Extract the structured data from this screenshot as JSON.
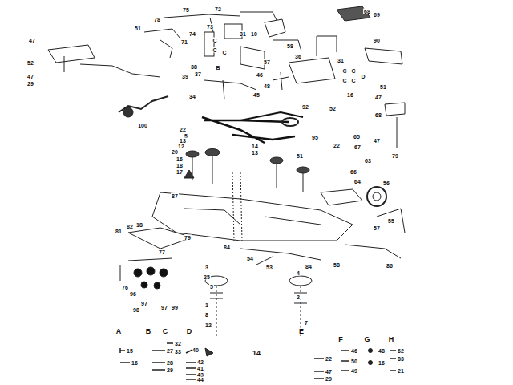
{
  "diagram": {
    "labels": [
      "75",
      "72",
      "78",
      "73",
      "68",
      "69",
      "51",
      "74",
      "47",
      "71",
      "C",
      "C",
      "C",
      "31",
      "10",
      "58",
      "36",
      "90",
      "52",
      "47",
      "29",
      "38",
      "B",
      "37",
      "39",
      "57",
      "46",
      "48",
      "45",
      "31",
      "C",
      "C",
      "C",
      "C",
      "D",
      "16",
      "34",
      "51",
      "47",
      "100",
      "92",
      "52",
      "68",
      "22",
      "5",
      "13",
      "12",
      "20",
      "16",
      "18",
      "17",
      "14",
      "13",
      "51",
      "95",
      "22",
      "65",
      "67",
      "47",
      "63",
      "79",
      "66",
      "64",
      "56",
      "87",
      "55",
      "57",
      "81",
      "82",
      "18",
      "79",
      "77",
      "84",
      "54",
      "53",
      "84",
      "58",
      "86",
      "3",
      "25",
      "5",
      "1",
      "8",
      "12",
      "4",
      "2",
      "7",
      "76",
      "96",
      "97",
      "98",
      "97",
      "99",
      "A",
      "15",
      "16",
      "B",
      "27",
      "28",
      "29",
      "C",
      "32",
      "33",
      "D",
      "40",
      "42",
      "41",
      "43",
      "44",
      "14",
      "E",
      "22",
      "47",
      "29",
      "F",
      "46",
      "50",
      "49",
      "G",
      "48",
      "16",
      "H",
      "62",
      "83",
      "21"
    ]
  }
}
